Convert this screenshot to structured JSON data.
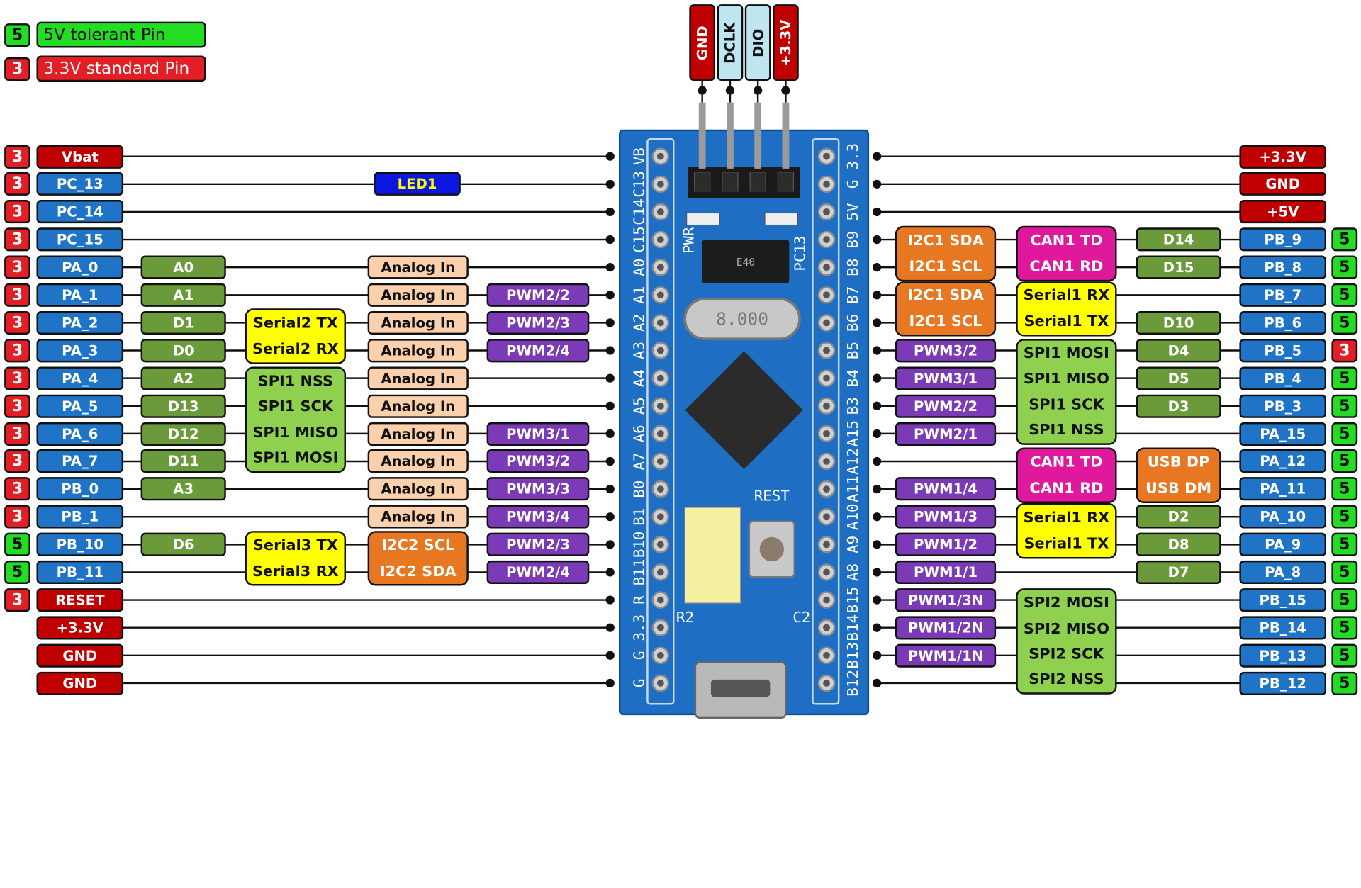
{
  "legend": [
    {
      "badge": "5",
      "text": "5V tolerant Pin"
    },
    {
      "badge": "3",
      "text": "3.3V standard Pin"
    }
  ],
  "top_header": [
    "GND",
    "DCLK",
    "DIO",
    "+3.3V"
  ],
  "led_label": "LED1",
  "left_pins": [
    {
      "volt": "3",
      "pin": "Vbat",
      "arduino": "",
      "analog": "",
      "pwm": ""
    },
    {
      "volt": "3",
      "pin": "PC_13",
      "arduino": "",
      "analog": "",
      "pwm": ""
    },
    {
      "volt": "3",
      "pin": "PC_14",
      "arduino": "",
      "analog": "",
      "pwm": ""
    },
    {
      "volt": "3",
      "pin": "PC_15",
      "arduino": "",
      "analog": "",
      "pwm": ""
    },
    {
      "volt": "3",
      "pin": "PA_0",
      "arduino": "A0",
      "analog": "Analog In",
      "pwm": ""
    },
    {
      "volt": "3",
      "pin": "PA_1",
      "arduino": "A1",
      "analog": "Analog In",
      "pwm": "PWM2/2"
    },
    {
      "volt": "3",
      "pin": "PA_2",
      "arduino": "D1",
      "analog": "Analog In",
      "pwm": "PWM2/3"
    },
    {
      "volt": "3",
      "pin": "PA_3",
      "arduino": "D0",
      "analog": "Analog In",
      "pwm": "PWM2/4"
    },
    {
      "volt": "3",
      "pin": "PA_4",
      "arduino": "A2",
      "analog": "Analog In",
      "pwm": ""
    },
    {
      "volt": "3",
      "pin": "PA_5",
      "arduino": "D13",
      "analog": "Analog In",
      "pwm": ""
    },
    {
      "volt": "3",
      "pin": "PA_6",
      "arduino": "D12",
      "analog": "Analog In",
      "pwm": "PWM3/1"
    },
    {
      "volt": "3",
      "pin": "PA_7",
      "arduino": "D11",
      "analog": "Analog In",
      "pwm": "PWM3/2"
    },
    {
      "volt": "3",
      "pin": "PB_0",
      "arduino": "A3",
      "analog": "Analog In",
      "pwm": "PWM3/3"
    },
    {
      "volt": "3",
      "pin": "PB_1",
      "arduino": "",
      "analog": "Analog In",
      "pwm": "PWM3/4"
    },
    {
      "volt": "5",
      "pin": "PB_10",
      "arduino": "D6",
      "analog": "",
      "pwm": "PWM2/3"
    },
    {
      "volt": "5",
      "pin": "PB_11",
      "arduino": "",
      "analog": "",
      "pwm": "PWM2/4"
    },
    {
      "volt": "3",
      "pin": "RESET",
      "arduino": "",
      "analog": "",
      "pwm": ""
    },
    {
      "volt": "",
      "pin": "+3.3V",
      "arduino": "",
      "analog": "",
      "pwm": ""
    },
    {
      "volt": "",
      "pin": "GND",
      "arduino": "",
      "analog": "",
      "pwm": ""
    },
    {
      "volt": "",
      "pin": "GND",
      "arduino": "",
      "analog": "",
      "pwm": ""
    }
  ],
  "left_groups": {
    "serial2": [
      "Serial2 TX",
      "Serial2 RX"
    ],
    "spi1": [
      "SPI1 NSS",
      "SPI1 SCK",
      "SPI1 MISO",
      "SPI1 MOSI"
    ],
    "serial3": [
      "Serial3 TX",
      "Serial3 RX"
    ],
    "i2c2": [
      "I2C2 SCL",
      "I2C2 SDA"
    ]
  },
  "board_left_labels": [
    "VB",
    "C13",
    "C14",
    "C15",
    "A0",
    "A1",
    "A2",
    "A3",
    "A4",
    "A5",
    "A6",
    "A7",
    "B0",
    "B1",
    "B10",
    "B11",
    "R",
    "3.3",
    "G",
    "G"
  ],
  "board_right_labels": [
    "3.3",
    "G",
    "5V",
    "B9",
    "B8",
    "B7",
    "B6",
    "B5",
    "B4",
    "B3",
    "A15",
    "A12",
    "A11",
    "A10",
    "A9",
    "A8",
    "B15",
    "B14",
    "B13",
    "B12"
  ],
  "board_text": {
    "pwr": "PWR",
    "pc13": "PC13",
    "rest": "REST",
    "r2": "R2",
    "c2": "C2",
    "crystal": "8.000",
    "regulator": "E40"
  },
  "right_pins": [
    {
      "volt": "",
      "pin": "+3.3V",
      "col1": "",
      "col2": ""
    },
    {
      "volt": "",
      "pin": "GND",
      "col1": "",
      "col2": ""
    },
    {
      "volt": "",
      "pin": "+5V",
      "col1": "",
      "col2": ""
    },
    {
      "volt": "5",
      "pin": "PB_9",
      "col1": "",
      "col2": "D14"
    },
    {
      "volt": "5",
      "pin": "PB_8",
      "col1": "",
      "col2": "D15"
    },
    {
      "volt": "5",
      "pin": "PB_7",
      "col1": "",
      "col2": ""
    },
    {
      "volt": "5",
      "pin": "PB_6",
      "col1": "",
      "col2": "D10"
    },
    {
      "volt": "3",
      "pin": "PB_5",
      "col1": "PWM3/2",
      "col2": "D4"
    },
    {
      "volt": "5",
      "pin": "PB_4",
      "col1": "PWM3/1",
      "col2": "D5"
    },
    {
      "volt": "5",
      "pin": "PB_3",
      "col1": "PWM2/2",
      "col2": "D3"
    },
    {
      "volt": "5",
      "pin": "PA_15",
      "col1": "PWM2/1",
      "col2": ""
    },
    {
      "volt": "5",
      "pin": "PA_12",
      "col1": "",
      "col2": ""
    },
    {
      "volt": "5",
      "pin": "PA_11",
      "col1": "PWM1/4",
      "col2": ""
    },
    {
      "volt": "5",
      "pin": "PA_10",
      "col1": "PWM1/3",
      "col2": "D2"
    },
    {
      "volt": "5",
      "pin": "PA_9",
      "col1": "PWM1/2",
      "col2": "D8"
    },
    {
      "volt": "5",
      "pin": "PA_8",
      "col1": "PWM1/1",
      "col2": "D7"
    },
    {
      "volt": "5",
      "pin": "PB_15",
      "col1": "PWM1/3N",
      "col2": ""
    },
    {
      "volt": "5",
      "pin": "PB_14",
      "col1": "PWM1/2N",
      "col2": ""
    },
    {
      "volt": "5",
      "pin": "PB_13",
      "col1": "PWM1/1N",
      "col2": ""
    },
    {
      "volt": "5",
      "pin": "PB_12",
      "col1": "",
      "col2": ""
    }
  ],
  "right_groups": {
    "i2c1_a": [
      "I2C1 SDA",
      "I2C1 SCL"
    ],
    "i2c1_b": [
      "I2C1 SDA",
      "I2C1 SCL"
    ],
    "can1_a": [
      "CAN1 TD",
      "CAN1 RD"
    ],
    "serial1_a": [
      "Serial1 RX",
      "Serial1 TX"
    ],
    "spi1": [
      "SPI1 MOSI",
      "SPI1 MISO",
      "SPI1 SCK",
      "SPI1 NSS"
    ],
    "can1_b": [
      "CAN1 TD",
      "CAN1 RD"
    ],
    "usb": [
      "USB DP",
      "USB DM"
    ],
    "serial1_b": [
      "Serial1 RX",
      "Serial1 TX"
    ],
    "spi2": [
      "SPI2 MOSI",
      "SPI2 MISO",
      "SPI2 SCK",
      "SPI2 NSS"
    ]
  },
  "colors": {
    "board": "#1e6fc4",
    "wire": "#111111",
    "power_red": "#c00000",
    "pin_blue": "#1f74c8",
    "five_volt_green": "#22dd22",
    "three_volt_red": "#e31e24"
  }
}
